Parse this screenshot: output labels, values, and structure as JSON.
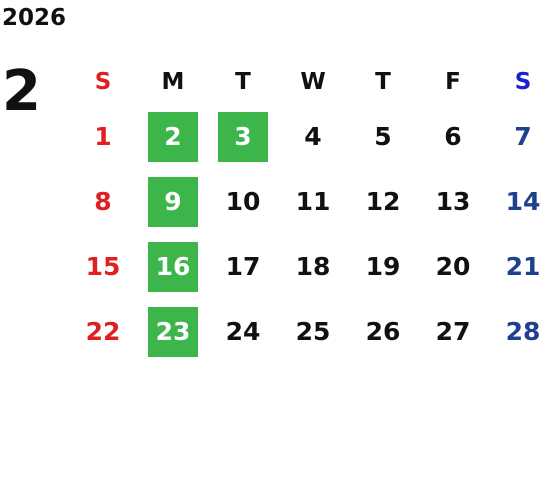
{
  "calendar": {
    "year": "2026",
    "month": "2",
    "weekdays": [
      "S",
      "M",
      "T",
      "W",
      "T",
      "F",
      "S"
    ],
    "weeks": [
      [
        {
          "day": "1",
          "type": "sun"
        },
        {
          "day": "2",
          "type": "hl"
        },
        {
          "day": "3",
          "type": "hl"
        },
        {
          "day": "4",
          "type": ""
        },
        {
          "day": "5",
          "type": ""
        },
        {
          "day": "6",
          "type": ""
        },
        {
          "day": "7",
          "type": "sat"
        }
      ],
      [
        {
          "day": "8",
          "type": "sun"
        },
        {
          "day": "9",
          "type": "hl"
        },
        {
          "day": "10",
          "type": ""
        },
        {
          "day": "11",
          "type": ""
        },
        {
          "day": "12",
          "type": ""
        },
        {
          "day": "13",
          "type": ""
        },
        {
          "day": "14",
          "type": "sat"
        }
      ],
      [
        {
          "day": "15",
          "type": "sun"
        },
        {
          "day": "16",
          "type": "hl"
        },
        {
          "day": "17",
          "type": ""
        },
        {
          "day": "18",
          "type": ""
        },
        {
          "day": "19",
          "type": ""
        },
        {
          "day": "20",
          "type": ""
        },
        {
          "day": "21",
          "type": "sat"
        }
      ],
      [
        {
          "day": "22",
          "type": "sun"
        },
        {
          "day": "23",
          "type": "hl"
        },
        {
          "day": "24",
          "type": ""
        },
        {
          "day": "25",
          "type": ""
        },
        {
          "day": "26",
          "type": ""
        },
        {
          "day": "27",
          "type": ""
        },
        {
          "day": "28",
          "type": "sat"
        }
      ]
    ]
  },
  "colors": {
    "highlight": "#3cb54a",
    "sunday": "#e02020",
    "saturday_header": "#1a20d0",
    "saturday": "#1f3f8f",
    "text": "#111111"
  }
}
